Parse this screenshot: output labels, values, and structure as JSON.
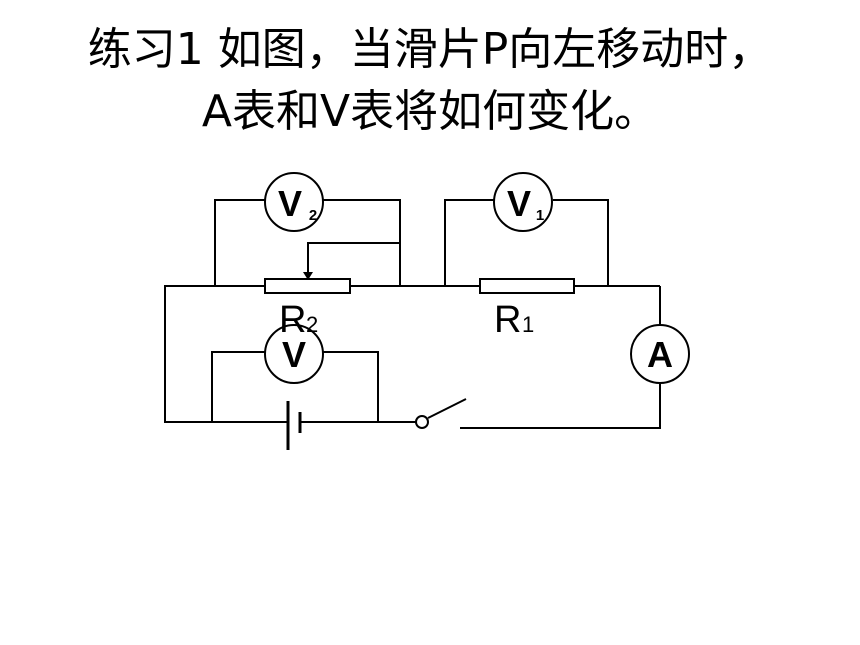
{
  "question": {
    "line1": "练习1 如图，当滑片P向左移动时，",
    "line2": "A表和V表将如何变化。"
  },
  "circuit": {
    "meter_v2": {
      "main": "V",
      "sub": "2"
    },
    "meter_v1": {
      "main": "V",
      "sub": "1"
    },
    "meter_v": {
      "main": "V"
    },
    "meter_a": {
      "main": "A"
    },
    "resistor_r2": {
      "main": "R",
      "sub": "2"
    },
    "resistor_r1": {
      "main": "R",
      "sub": "1"
    }
  }
}
